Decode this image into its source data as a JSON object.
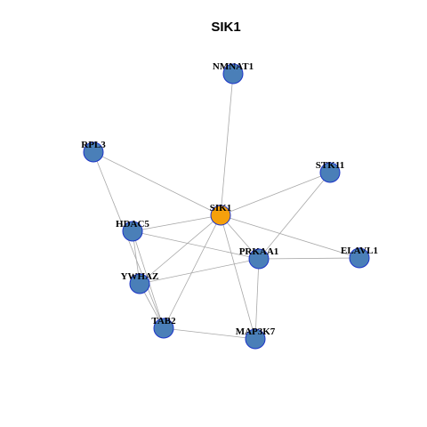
{
  "title": "SIK1",
  "colors": {
    "hub": "#f5a00c",
    "node": "#4a7fb8",
    "node_border": "#1c34c8",
    "edge": "#a8a8a8"
  },
  "nodes": [
    {
      "id": "SIK1",
      "label": "SIK1",
      "role": "hub"
    },
    {
      "id": "NMNAT1",
      "label": "NMNAT1",
      "role": "neighbor"
    },
    {
      "id": "RPL3",
      "label": "RPL3",
      "role": "neighbor"
    },
    {
      "id": "STK11",
      "label": "STK11",
      "role": "neighbor"
    },
    {
      "id": "HDAC5",
      "label": "HDAC5",
      "role": "neighbor"
    },
    {
      "id": "ELAVL1",
      "label": "ELAVL1",
      "role": "neighbor"
    },
    {
      "id": "PRKAA1",
      "label": "PRKAA1",
      "role": "neighbor"
    },
    {
      "id": "YWHAZ",
      "label": "YWHAZ",
      "role": "neighbor"
    },
    {
      "id": "TAB2",
      "label": "TAB2",
      "role": "neighbor"
    },
    {
      "id": "MAP3K7",
      "label": "MAP3K7",
      "role": "neighbor"
    }
  ],
  "edges": [
    [
      "SIK1",
      "NMNAT1"
    ],
    [
      "SIK1",
      "RPL3"
    ],
    [
      "SIK1",
      "STK11"
    ],
    [
      "SIK1",
      "HDAC5"
    ],
    [
      "SIK1",
      "ELAVL1"
    ],
    [
      "SIK1",
      "PRKAA1"
    ],
    [
      "SIK1",
      "YWHAZ"
    ],
    [
      "SIK1",
      "TAB2"
    ],
    [
      "SIK1",
      "MAP3K7"
    ],
    [
      "RPL3",
      "TAB2"
    ],
    [
      "STK11",
      "PRKAA1"
    ],
    [
      "HDAC5",
      "PRKAA1"
    ],
    [
      "HDAC5",
      "YWHAZ"
    ],
    [
      "HDAC5",
      "TAB2"
    ],
    [
      "PRKAA1",
      "ELAVL1"
    ],
    [
      "PRKAA1",
      "YWHAZ"
    ],
    [
      "PRKAA1",
      "MAP3K7"
    ],
    [
      "YWHAZ",
      "TAB2"
    ],
    [
      "TAB2",
      "MAP3K7"
    ]
  ]
}
